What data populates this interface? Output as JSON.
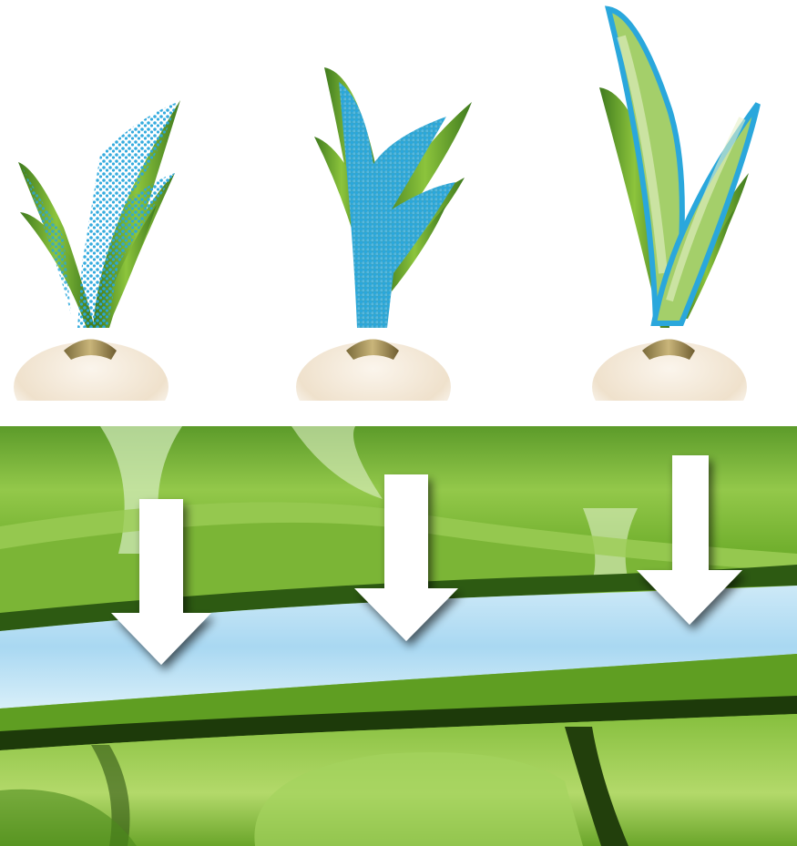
{
  "figure": {
    "panels": [
      {
        "id": "top",
        "content": "three-bulb-sprouts"
      },
      {
        "id": "bottom",
        "content": "leaf-cross-section-closeup"
      }
    ],
    "sprouts": [
      {
        "stage": 1,
        "overlay": "dots",
        "overlay_color": "#2aa7dc"
      },
      {
        "stage": 2,
        "overlay": "dots-dense",
        "overlay_color": "#2aa7dc"
      },
      {
        "stage": 3,
        "overlay": "outline",
        "overlay_color": "#2aa7dc"
      }
    ],
    "arrows": {
      "count": 3,
      "direction": "down",
      "color": "#ffffff"
    },
    "colors": {
      "leaf_dark": "#3f7a1e",
      "leaf_mid": "#6fae2c",
      "leaf_light": "#b9dd6a",
      "film_blue": "#a9d8f2",
      "bulb": "#efe3d2",
      "marker_blue": "#2aa7dc"
    }
  }
}
